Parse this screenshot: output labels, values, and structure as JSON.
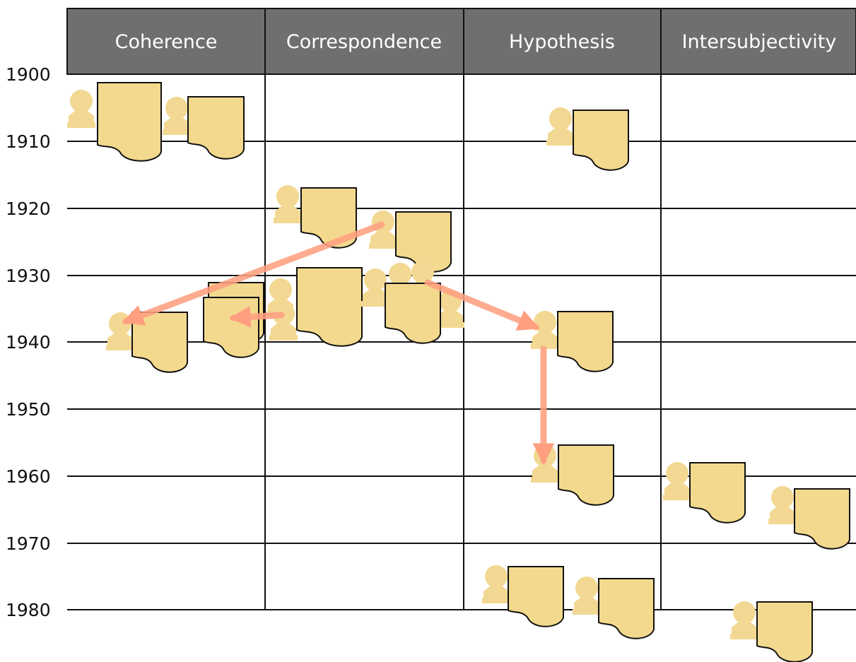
{
  "columns": [
    {
      "label": "Coherence"
    },
    {
      "label": "Correspondence"
    },
    {
      "label": "Hypothesis"
    },
    {
      "label": "Intersubjectivity"
    }
  ],
  "years": [
    "1900",
    "1910",
    "1920",
    "1930",
    "1940",
    "1950",
    "1960",
    "1970",
    "1980"
  ],
  "colors": {
    "header_bg": "#6f6f6f",
    "header_text": "#ffffff",
    "grid_line": "#111111",
    "doc_fill": "#f3d98d",
    "doc_stroke": "#111111",
    "person_fill": "#f2d892",
    "arrow": "#ff9f80"
  },
  "icon_names": [
    "person-icon",
    "document-icon"
  ]
}
